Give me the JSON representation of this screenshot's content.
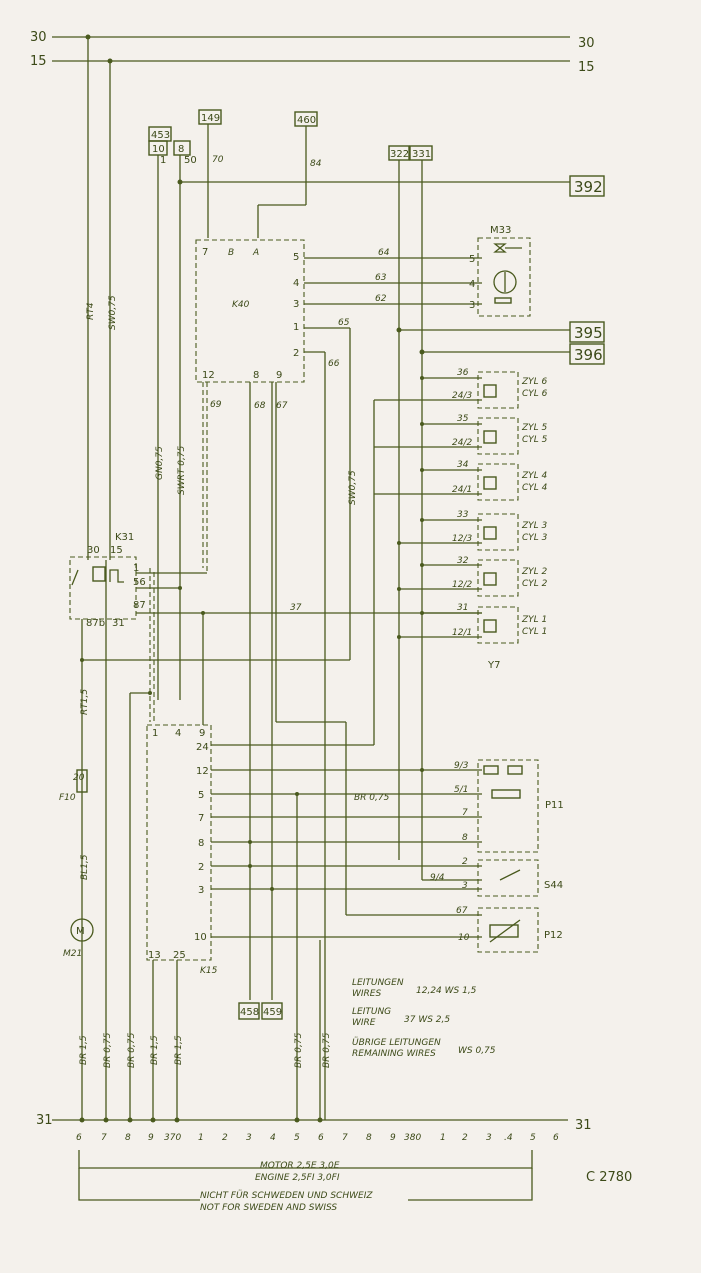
{
  "rails": {
    "top": "30",
    "second": "15",
    "bottom": "31"
  },
  "refs": {
    "r149": "149",
    "r460": "460",
    "r453": "453",
    "r10": "10",
    "r8": "8",
    "r322": "322",
    "r331": "331",
    "r392": "392",
    "r395": "395",
    "r396": "396",
    "r458": "458",
    "r459": "459"
  },
  "components": {
    "k40": "K40",
    "k31": "K31",
    "k15": "K15",
    "m33": "M33",
    "y7": "Y7",
    "p11": "P11",
    "s44": "S44",
    "p12": "P12",
    "m21": "M21",
    "f10": "F10",
    "fuse": "20"
  },
  "k40_pins": {
    "p7": "7",
    "pB": "B",
    "pA": "A",
    "p5": "5",
    "p4": "4",
    "p3": "3",
    "p1": "1",
    "p2": "2",
    "p12": "12",
    "p8": "8",
    "p9": "9"
  },
  "k40_wires": {
    "w64": "64",
    "w63": "63",
    "w62": "62",
    "w65": "65",
    "w66": "66",
    "w69": "69",
    "w68": "68",
    "w67": "67",
    "w70": "70",
    "w84": "84"
  },
  "wire_specs": {
    "rt4": "RT4",
    "sw075": "SW0,75",
    "gn075": "GN0,75",
    "swrt075": "SWRT 0,75",
    "sw075b": "SW0,75",
    "rt15": "RT1,5",
    "bl15": "BL1,5",
    "br075": "BR 0,75",
    "w37": "37"
  },
  "cylinders": [
    {
      "wire": "36",
      "pin": "24/3",
      "zyl": "ZYL 6",
      "cyl": "CYL 6"
    },
    {
      "wire": "35",
      "pin": "24/2",
      "zyl": "ZYL 5",
      "cyl": "CYL 5"
    },
    {
      "wire": "34",
      "pin": "24/1",
      "zyl": "ZYL 4",
      "cyl": "CYL 4"
    },
    {
      "wire": "33",
      "pin": "12/3",
      "zyl": "ZYL 3",
      "cyl": "CYL 3"
    },
    {
      "wire": "32",
      "pin": "12/2",
      "zyl": "ZYL 2",
      "cyl": "CYL 2"
    },
    {
      "wire": "31",
      "pin": "12/1",
      "zyl": "ZYL 1",
      "cyl": "CYL 1"
    }
  ],
  "k15_pins": {
    "p1": "1",
    "p4": "4",
    "p9": "9",
    "p24": "24",
    "p12": "12",
    "p5": "5",
    "p7": "7",
    "p8": "8",
    "p2": "2",
    "p3": "3",
    "p10": "10",
    "p13": "13",
    "p25": "25"
  },
  "k31_pins": {
    "p30": "30",
    "p15": "15",
    "p1": "1",
    "p56": "56",
    "p87": "87",
    "p87b": "87b",
    "p31": "31"
  },
  "m33_pins": {
    "p5": "5",
    "p4": "4",
    "p3": "3"
  },
  "p11_pins": {
    "a": "9/3",
    "b": "5/1",
    "c": "7",
    "d": "8"
  },
  "s44_pins": {
    "a": "2",
    "b": "9/4",
    "c": "3"
  },
  "p12_pins": {
    "a": "67",
    "b": "10"
  },
  "bottom_wires": [
    "BR 1,5",
    "BR 0,75",
    "BR 0,75",
    "BR 1,5",
    "BR 1,5",
    "BR 0,75",
    "BR 0,75"
  ],
  "scale_370": [
    "6",
    "7",
    "8",
    "9",
    "370",
    "1",
    "2",
    "3",
    "4",
    "5",
    "6",
    "7",
    "8",
    "9"
  ],
  "scale_380": [
    "380",
    "1",
    "2",
    "3",
    ".4",
    "5",
    "6"
  ],
  "legend": {
    "l1a": "LEITUNGEN",
    "l1b": "WIRES",
    "l1v": "12,24 WS 1,5",
    "l2a": "LEITUNG",
    "l2b": "WIRE",
    "l2v": "37 WS 2,5",
    "l3a": "ÜBRIGE LEITUNGEN",
    "l3b": "REMAINING WIRES",
    "l3v": "WS 0,75"
  },
  "notes": {
    "motor": "MOTOR 2,5E 3,0E",
    "engine": "ENGINE 2,5FI 3,0FI",
    "nicht": "NICHT FÜR SCHWEDEN UND SCHWEIZ",
    "not": "NOT FOR SWEDEN AND SWISS",
    "code": "C 2780"
  }
}
